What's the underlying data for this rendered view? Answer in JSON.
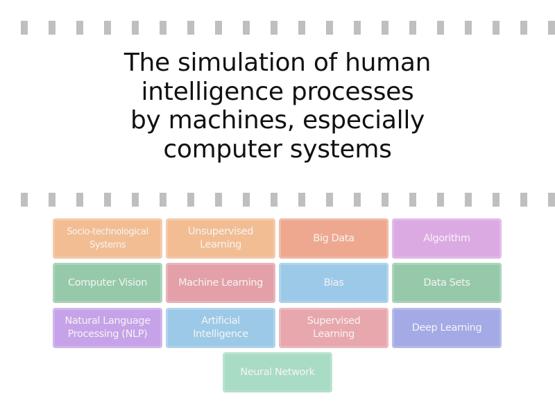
{
  "question": {
    "lines": [
      "The simulation of human",
      "intelligence processes",
      "by machines, especially",
      "computer systems"
    ]
  },
  "divider": {
    "dash_count": 20,
    "color": "#bfbfbf"
  },
  "tiles": [
    {
      "lines": [
        "Socio-technological",
        "Systems"
      ],
      "color": "#f3bd93",
      "row": 0,
      "col": 0,
      "small": true
    },
    {
      "lines": [
        "Unsupervised",
        "Learning"
      ],
      "color": "#f3bd93",
      "row": 0,
      "col": 1
    },
    {
      "lines": [
        "Big Data"
      ],
      "color": "#eea88f",
      "row": 0,
      "col": 2
    },
    {
      "lines": [
        "Algorithm"
      ],
      "color": "#dcaae3",
      "row": 0,
      "col": 3
    },
    {
      "lines": [
        "Computer Vision"
      ],
      "color": "#96c9a9",
      "row": 1,
      "col": 0
    },
    {
      "lines": [
        "Machine Learning"
      ],
      "color": "#e3a0a8",
      "row": 1,
      "col": 1
    },
    {
      "lines": [
        "Bias"
      ],
      "color": "#9dc9e8",
      "row": 1,
      "col": 2
    },
    {
      "lines": [
        "Data Sets"
      ],
      "color": "#96c9a9",
      "row": 1,
      "col": 3
    },
    {
      "lines": [
        "Natural Language",
        "Processing (NLP)"
      ],
      "color": "#c6a2e8",
      "row": 2,
      "col": 0
    },
    {
      "lines": [
        "Artificial",
        "Intelligence"
      ],
      "color": "#9dc9e8",
      "row": 2,
      "col": 1
    },
    {
      "lines": [
        "Supervised",
        "Learning"
      ],
      "color": "#e8a7ad",
      "row": 2,
      "col": 2
    },
    {
      "lines": [
        "Deep Learning"
      ],
      "color": "#a3aae6",
      "row": 2,
      "col": 3
    },
    {
      "lines": [
        "Neural Network"
      ],
      "color": "#a9dcc5",
      "row": 3,
      "col": 1.5
    }
  ]
}
